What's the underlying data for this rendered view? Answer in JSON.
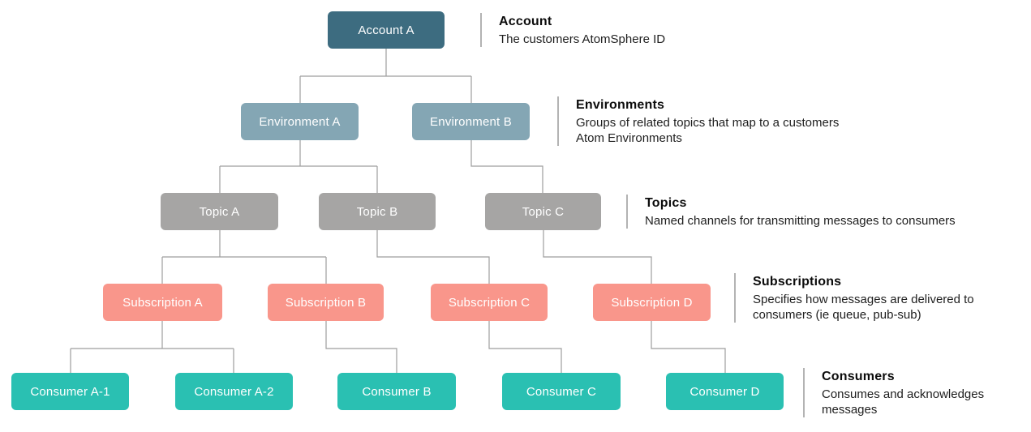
{
  "colors": {
    "account": "#3d6c80",
    "environment": "#84a6b4",
    "topic": "#a6a5a4",
    "subscription": "#f9968b",
    "consumer": "#2ac0b2",
    "connector": "#9e9e9e",
    "divider": "#b3b3b3",
    "node_text": "#ffffff",
    "annotation_title": "#0c0c0c",
    "annotation_body": "#1e1e1e"
  },
  "nodes": {
    "account_a": {
      "label": "Account A"
    },
    "environment_a": {
      "label": "Environment A"
    },
    "environment_b": {
      "label": "Environment B"
    },
    "topic_a": {
      "label": "Topic A"
    },
    "topic_b": {
      "label": "Topic B"
    },
    "topic_c": {
      "label": "Topic C"
    },
    "subscription_a": {
      "label": "Subscription A"
    },
    "subscription_b": {
      "label": "Subscription B"
    },
    "subscription_c": {
      "label": "Subscription C"
    },
    "subscription_d": {
      "label": "Subscription D"
    },
    "consumer_a1": {
      "label": "Consumer A-1"
    },
    "consumer_a2": {
      "label": "Consumer A-2"
    },
    "consumer_b": {
      "label": "Consumer B"
    },
    "consumer_c": {
      "label": "Consumer C"
    },
    "consumer_d": {
      "label": "Consumer D"
    }
  },
  "edges": [
    [
      "account_a",
      "environment_a"
    ],
    [
      "account_a",
      "environment_b"
    ],
    [
      "environment_a",
      "topic_a"
    ],
    [
      "environment_a",
      "topic_b"
    ],
    [
      "environment_b",
      "topic_c"
    ],
    [
      "topic_a",
      "subscription_a"
    ],
    [
      "topic_a",
      "subscription_b"
    ],
    [
      "topic_b",
      "subscription_c"
    ],
    [
      "topic_c",
      "subscription_d"
    ],
    [
      "subscription_a",
      "consumer_a1"
    ],
    [
      "subscription_a",
      "consumer_a2"
    ],
    [
      "subscription_b",
      "consumer_b"
    ],
    [
      "subscription_c",
      "consumer_c"
    ],
    [
      "subscription_d",
      "consumer_d"
    ]
  ],
  "annotations": {
    "account": {
      "title": "Account",
      "body": "The customers AtomSphere ID"
    },
    "environments": {
      "title": "Environments",
      "body": "Groups of related topics that map to a customers Atom Environments"
    },
    "topics": {
      "title": "Topics",
      "body": "Named channels for transmitting messages to consumers"
    },
    "subscriptions": {
      "title": "Subscriptions",
      "body": "Specifies how messages are delivered to consumers (ie queue, pub-sub)"
    },
    "consumers": {
      "title": "Consumers",
      "body": "Consumes and acknowledges messages"
    }
  }
}
